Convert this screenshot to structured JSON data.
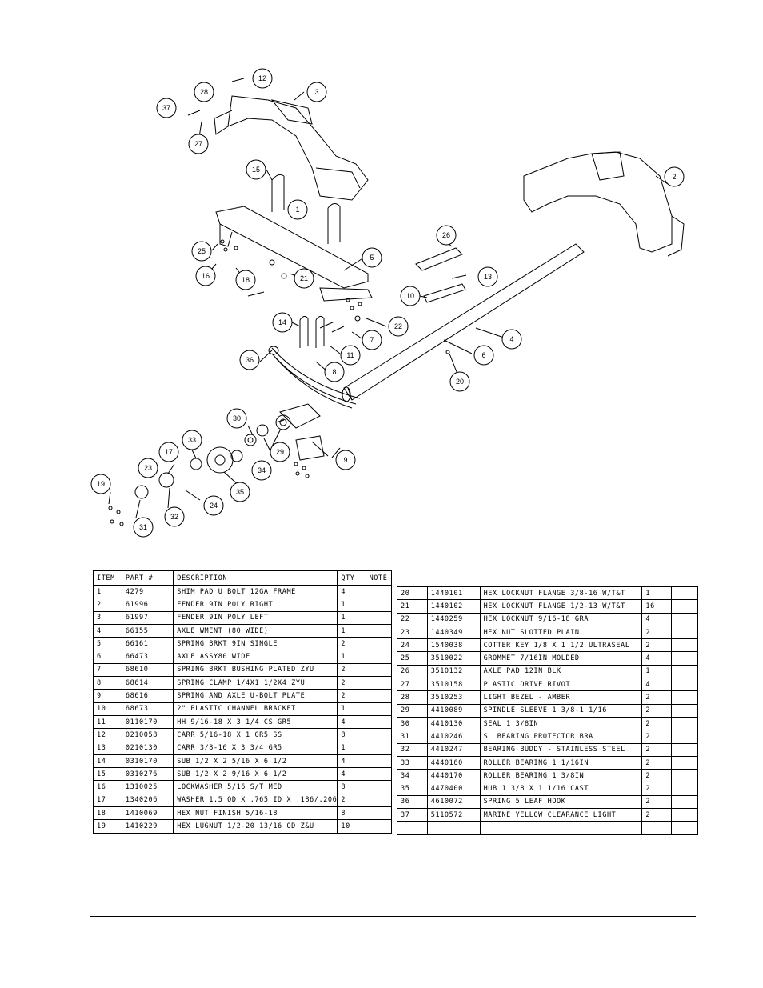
{
  "left_table": {
    "headers": [
      "ITEM",
      "PART #",
      "DESCRIPTION",
      "QTY",
      "NOTE"
    ],
    "rows": [
      {
        "item": "1",
        "part": "4279",
        "desc": "SHIM PAD   U BOLT 12GA FRAME",
        "qty": "4",
        "note": ""
      },
      {
        "item": "2",
        "part": "61996",
        "desc": "FENDER  9IN POLY RIGHT",
        "qty": "1",
        "note": ""
      },
      {
        "item": "3",
        "part": "61997",
        "desc": "FENDER  9IN POLY LEFT",
        "qty": "1",
        "note": ""
      },
      {
        "item": "4",
        "part": "66155",
        "desc": "AXLE WMENT (80 WIDE)",
        "qty": "1",
        "note": ""
      },
      {
        "item": "5",
        "part": "66161",
        "desc": "SPRING BRKT   9IN SINGLE",
        "qty": "2",
        "note": ""
      },
      {
        "item": "6",
        "part": "66473",
        "desc": "AXLE ASSY80 WIDE",
        "qty": "1",
        "note": ""
      },
      {
        "item": "7",
        "part": "68610",
        "desc": "SPRING BRKT BUSHING PLATED ZYU",
        "qty": "2",
        "note": ""
      },
      {
        "item": "8",
        "part": "68614",
        "desc": "SPRING CLAMP   1/4X1 1/2X4  ZYU",
        "qty": "2",
        "note": ""
      },
      {
        "item": "9",
        "part": "68616",
        "desc": "SPRING AND AXLE U-BOLT PLATE",
        "qty": "2",
        "note": ""
      },
      {
        "item": "10",
        "part": "68673",
        "desc": "2\" PLASTIC CHANNEL BRACKET",
        "qty": "1",
        "note": ""
      },
      {
        "item": "11",
        "part": "0110170",
        "desc": "HH 9/16-18 X 3 1/4 CS GR5",
        "qty": "4",
        "note": ""
      },
      {
        "item": "12",
        "part": "0210058",
        "desc": "CARR 5/16-18 X 1 GR5 SS",
        "qty": "8",
        "note": ""
      },
      {
        "item": "13",
        "part": "0210130",
        "desc": "CARR 3/8-16 X 3 3/4 GR5",
        "qty": "1",
        "note": ""
      },
      {
        "item": "14",
        "part": "0310170",
        "desc": "SUB 1/2 X 2 5/16 X 6 1/2",
        "qty": "4",
        "note": ""
      },
      {
        "item": "15",
        "part": "0310276",
        "desc": "SUB 1/2 X 2 9/16 X 6 1/2",
        "qty": "4",
        "note": ""
      },
      {
        "item": "16",
        "part": "1310025",
        "desc": "LOCKWASHER 5/16 S/T MED",
        "qty": "8",
        "note": ""
      },
      {
        "item": "17",
        "part": "1340206",
        "desc": "WASHER 1.5 OD X .765 ID X .186/.206",
        "qty": "2",
        "note": ""
      },
      {
        "item": "18",
        "part": "1410069",
        "desc": "HEX NUT FINISH 5/16-18",
        "qty": "8",
        "note": ""
      },
      {
        "item": "19",
        "part": "1410229",
        "desc": "HEX LUGNUT 1/2-20 13/16 OD Z&U",
        "qty": "10",
        "note": ""
      }
    ]
  },
  "right_table": {
    "rows": [
      {
        "item": "20",
        "part": "1440101",
        "desc": "HEX LOCKNUT FLANGE 3/8-16 W/T&T",
        "qty": "1",
        "note": ""
      },
      {
        "item": "21",
        "part": "1440102",
        "desc": "HEX LOCKNUT FLANGE 1/2-13 W/T&T",
        "qty": "16",
        "note": ""
      },
      {
        "item": "22",
        "part": "1440259",
        "desc": "HEX LOCKNUT 9/16-18 GRA",
        "qty": "4",
        "note": ""
      },
      {
        "item": "23",
        "part": "1440349",
        "desc": "HEX NUT SLOTTED PLAIN",
        "qty": "2",
        "note": ""
      },
      {
        "item": "24",
        "part": "1540038",
        "desc": "COTTER KEY 1/8 X 1 1/2 ULTRASEAL",
        "qty": "2",
        "note": ""
      },
      {
        "item": "25",
        "part": "3510022",
        "desc": "GROMMET  7/16IN MOLDED",
        "qty": "4",
        "note": ""
      },
      {
        "item": "26",
        "part": "3510132",
        "desc": "AXLE PAD 12IN  BLK",
        "qty": "1",
        "note": ""
      },
      {
        "item": "27",
        "part": "3510158",
        "desc": "PLASTIC DRIVE RIVOT",
        "qty": "4",
        "note": ""
      },
      {
        "item": "28",
        "part": "3510253",
        "desc": "LIGHT BEZEL - AMBER",
        "qty": "2",
        "note": ""
      },
      {
        "item": "29",
        "part": "4410089",
        "desc": "SPINDLE SLEEVE  1 3/8-1 1/16",
        "qty": "2",
        "note": ""
      },
      {
        "item": "30",
        "part": "4410130",
        "desc": "SEAL  1 3/8IN",
        "qty": "2",
        "note": ""
      },
      {
        "item": "31",
        "part": "4410246",
        "desc": "SL BEARING PROTECTOR BRA",
        "qty": "2",
        "note": ""
      },
      {
        "item": "32",
        "part": "4410247",
        "desc": "BEARING BUDDY - STAINLESS STEEL",
        "qty": "2",
        "note": ""
      },
      {
        "item": "33",
        "part": "4440160",
        "desc": "ROLLER BEARING   1 1/16IN",
        "qty": "2",
        "note": ""
      },
      {
        "item": "34",
        "part": "4440170",
        "desc": "ROLLER BEARING   1 3/8IN",
        "qty": "2",
        "note": ""
      },
      {
        "item": "35",
        "part": "4470400",
        "desc": "HUB   1 3/8 X 1 1/16 CAST",
        "qty": "2",
        "note": ""
      },
      {
        "item": "36",
        "part": "4610072",
        "desc": "SPRING  5 LEAF HOOK",
        "qty": "2",
        "note": ""
      },
      {
        "item": "37",
        "part": "5110572",
        "desc": "MARINE YELLOW CLEARANCE LIGHT",
        "qty": "2",
        "note": ""
      },
      {
        "item": "",
        "part": "",
        "desc": "",
        "qty": "",
        "note": ""
      }
    ]
  },
  "callouts": [
    "12",
    "28",
    "3",
    "37",
    "27",
    "15",
    "1",
    "2",
    "25",
    "16",
    "18",
    "21",
    "5",
    "26",
    "13",
    "10",
    "22",
    "14",
    "7",
    "11",
    "4",
    "6",
    "36",
    "8",
    "20",
    "30",
    "29",
    "33",
    "9",
    "17",
    "23",
    "34",
    "35",
    "19",
    "24",
    "31",
    "32"
  ]
}
